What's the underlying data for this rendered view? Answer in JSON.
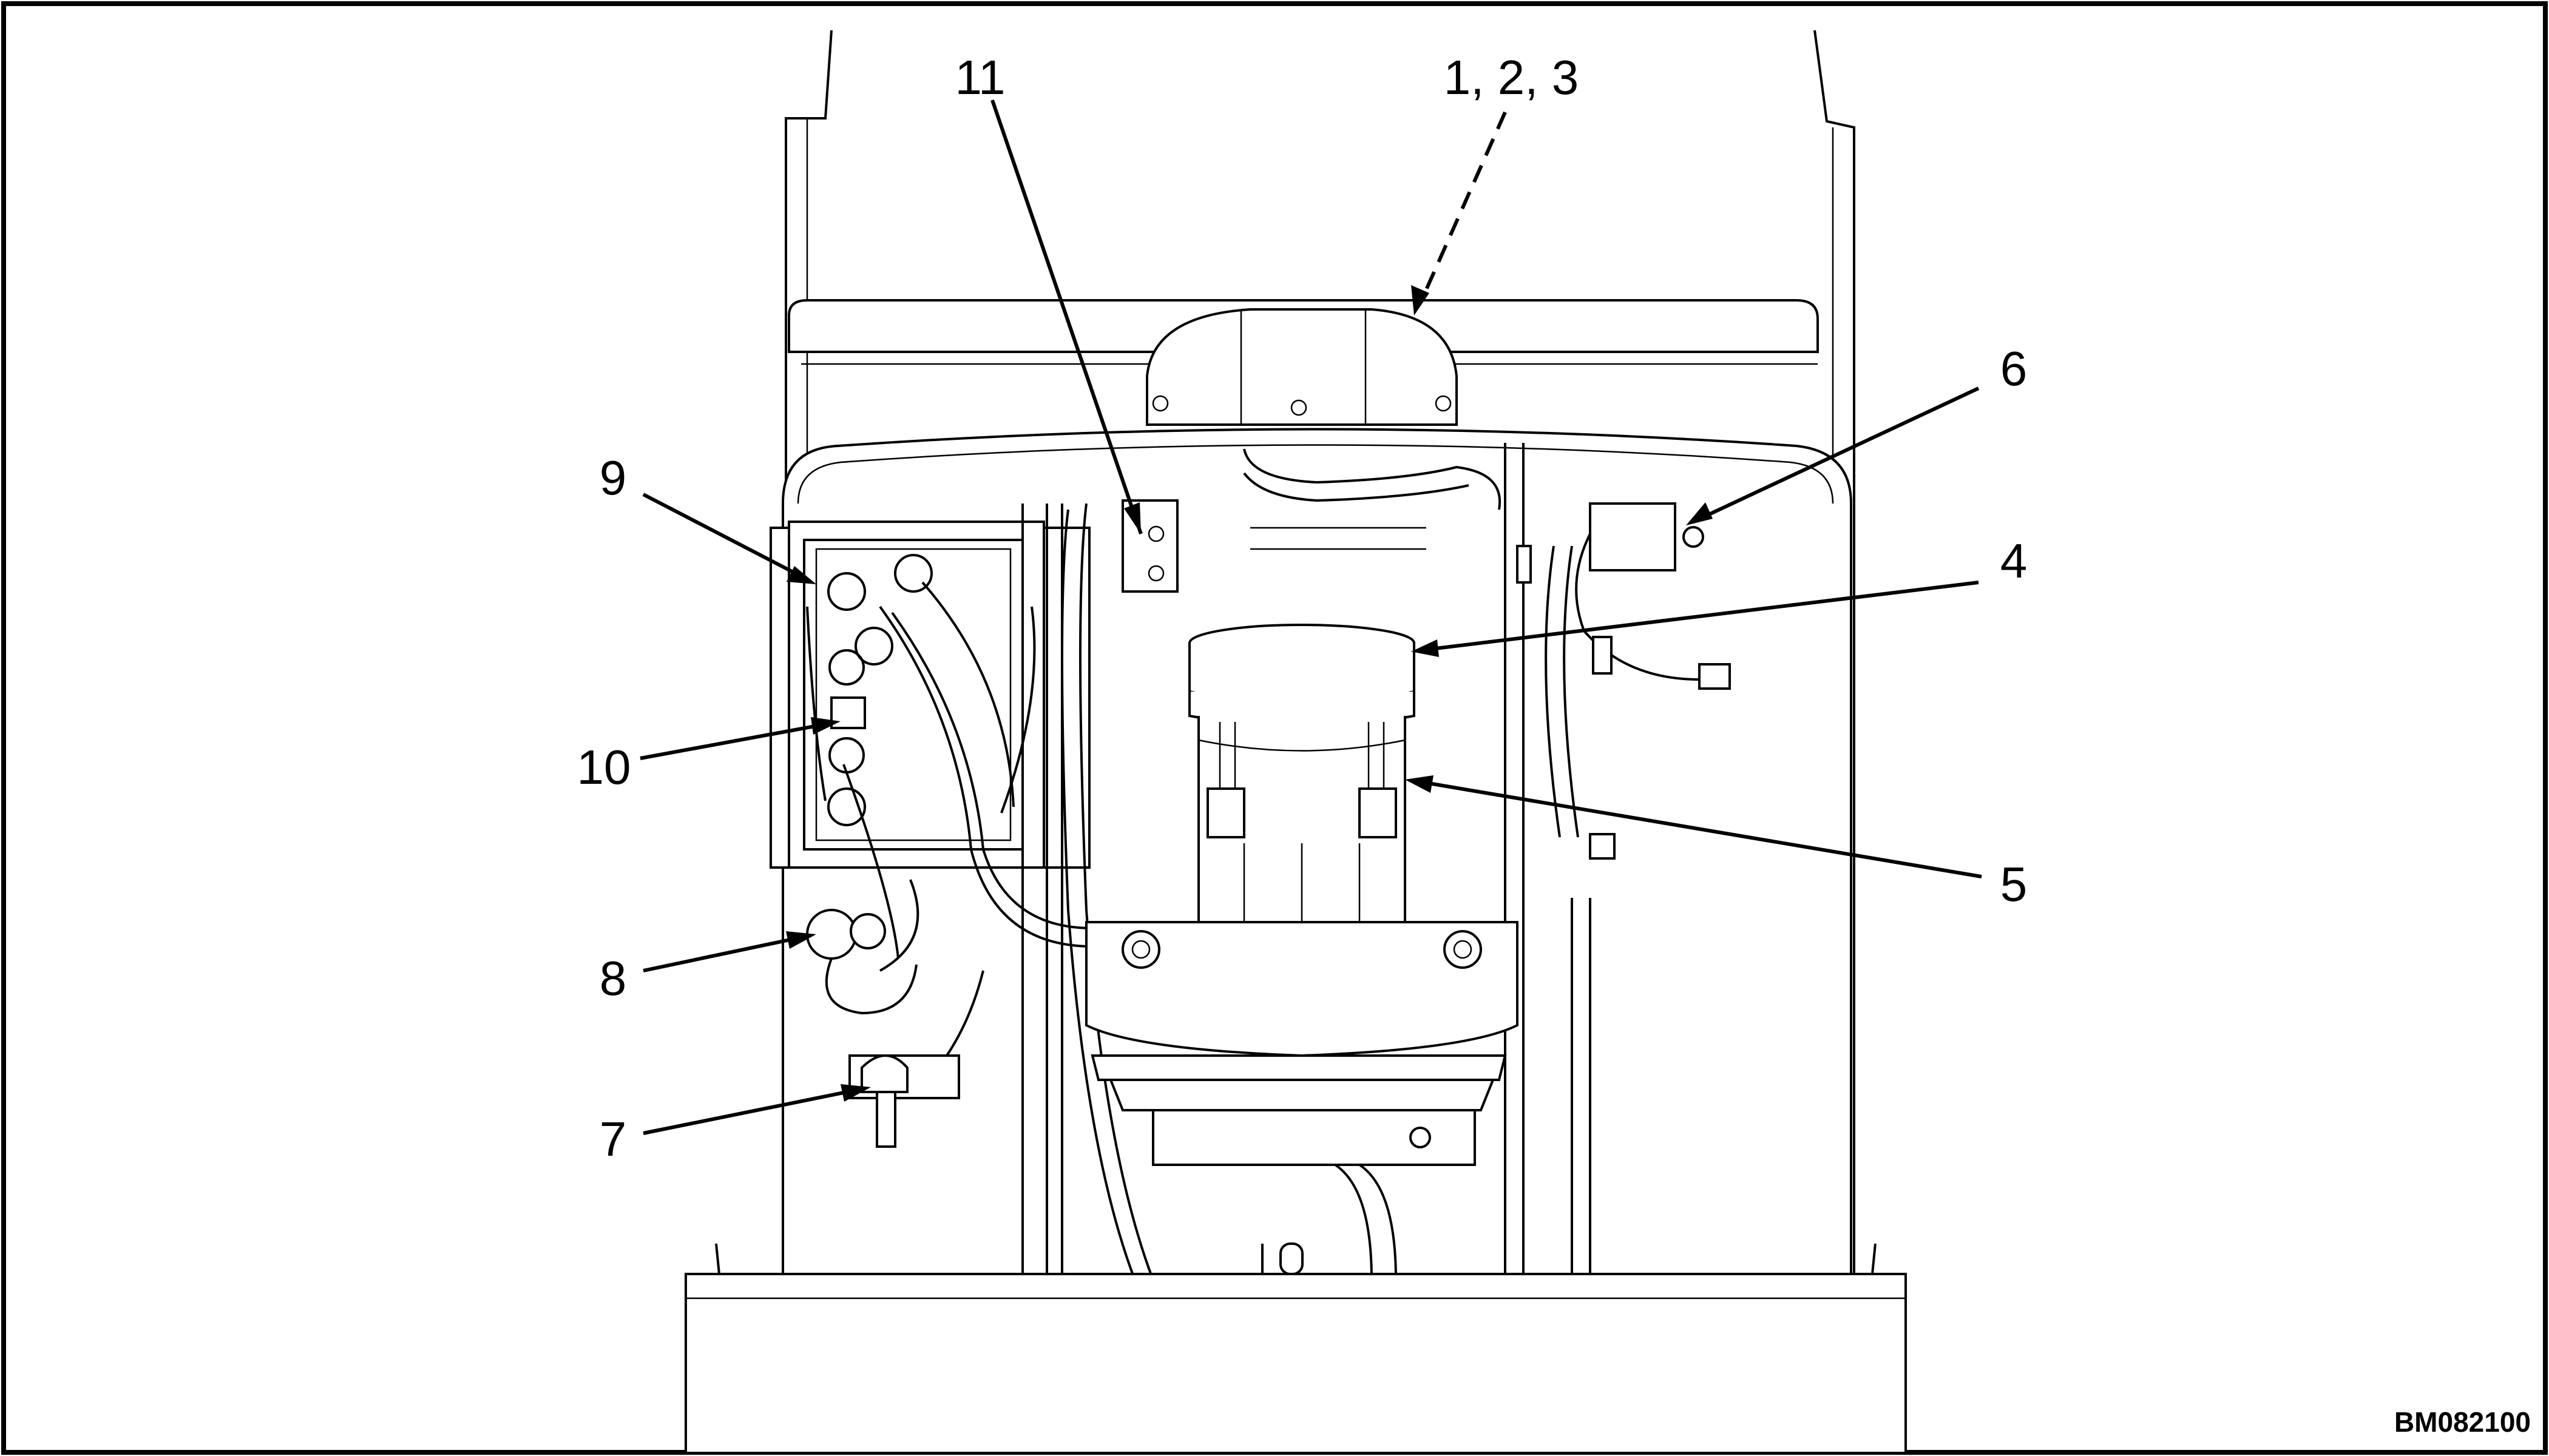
{
  "figure_id": "BM082100",
  "callouts": [
    {
      "id": "c1",
      "label": "11"
    },
    {
      "id": "c2",
      "label": "1, 2, 3"
    },
    {
      "id": "c3",
      "label": "6"
    },
    {
      "id": "c4",
      "label": "9"
    },
    {
      "id": "c5",
      "label": "4"
    },
    {
      "id": "c6",
      "label": "10"
    },
    {
      "id": "c7",
      "label": "5"
    },
    {
      "id": "c8",
      "label": "8"
    },
    {
      "id": "c9",
      "label": "7"
    }
  ],
  "colors": {
    "ink": "#000000",
    "paper": "#ffffff",
    "panel": "#e9e9e9"
  }
}
